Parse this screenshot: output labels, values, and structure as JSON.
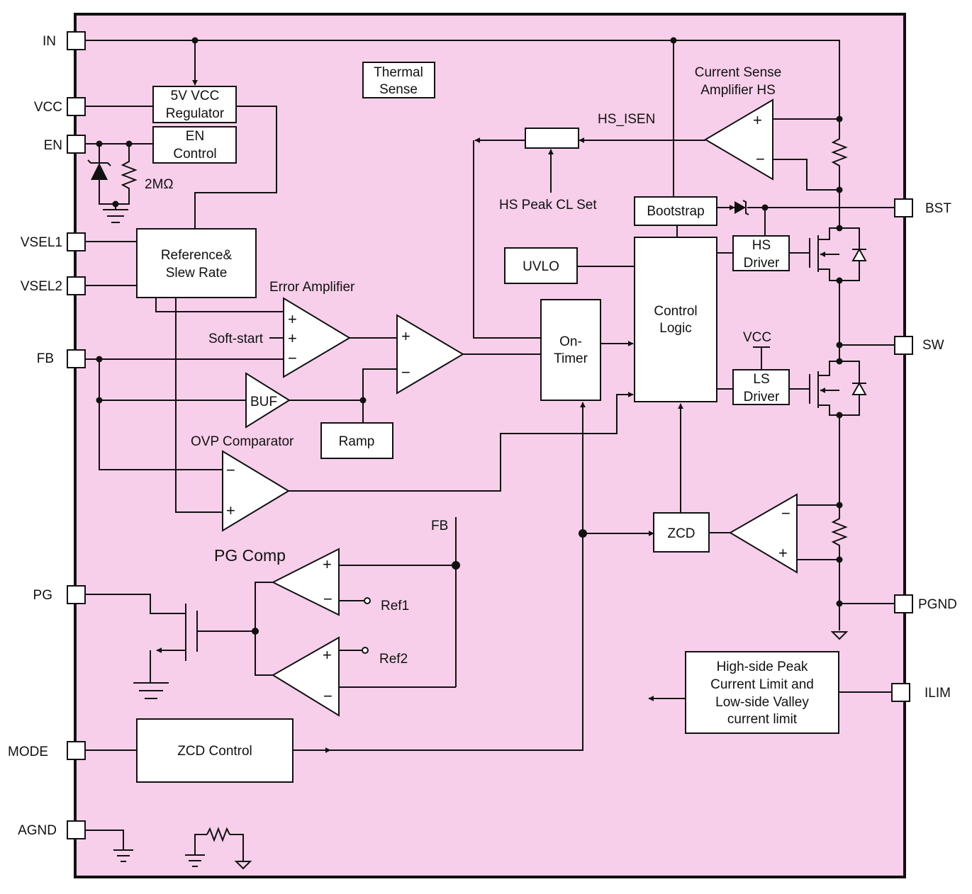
{
  "colors": {
    "chip_fill": "#f7cfea",
    "line": "#111111",
    "block_fill": "#ffffff"
  },
  "pins": {
    "in": "IN",
    "vcc": "VCC",
    "en": "EN",
    "vsel1": "VSEL1",
    "vsel2": "VSEL2",
    "fb": "FB",
    "pg": "PG",
    "mode": "MODE",
    "agnd": "AGND",
    "bst": "BST",
    "sw": "SW",
    "pgnd": "PGND",
    "ilim": "ILIM"
  },
  "blocks": {
    "thermal_sense": [
      "Thermal",
      "Sense"
    ],
    "vcc_regulator": [
      "5V VCC",
      "Regulator"
    ],
    "en_control": [
      "EN",
      "Control"
    ],
    "reference_slew": [
      "Reference&",
      "Slew Rate"
    ],
    "uvlo": "UVLO",
    "bootstrap": "Bootstrap",
    "hs_driver": [
      "HS",
      "Driver"
    ],
    "ls_driver": [
      "LS",
      "Driver"
    ],
    "control_logic": [
      "Control",
      "Logic"
    ],
    "on_timer": [
      "On-",
      "Timer"
    ],
    "buf": "BUF",
    "ramp": "Ramp",
    "zcd": "ZCD",
    "zcd_control": "ZCD Control",
    "current_limit": [
      "High-side Peak",
      "Current Limit and",
      "Low-side Valley",
      "current limit"
    ]
  },
  "labels": {
    "current_sense_amp": [
      "Current Sense",
      "Amplifier HS"
    ],
    "hs_isen": "HS_ISEN",
    "hs_peak_cl_set": "HS Peak CL Set",
    "error_amplifier": "Error Amplifier",
    "soft_start": "Soft-start",
    "ovp_comparator": "OVP Comparator",
    "pg_comp": "PG Comp",
    "fb_net": "FB",
    "ref1": "Ref1",
    "ref2": "Ref2",
    "vcc_net": "VCC",
    "resistor_2m": "2MΩ"
  },
  "signs": {
    "plus": "+",
    "minus": "−"
  }
}
